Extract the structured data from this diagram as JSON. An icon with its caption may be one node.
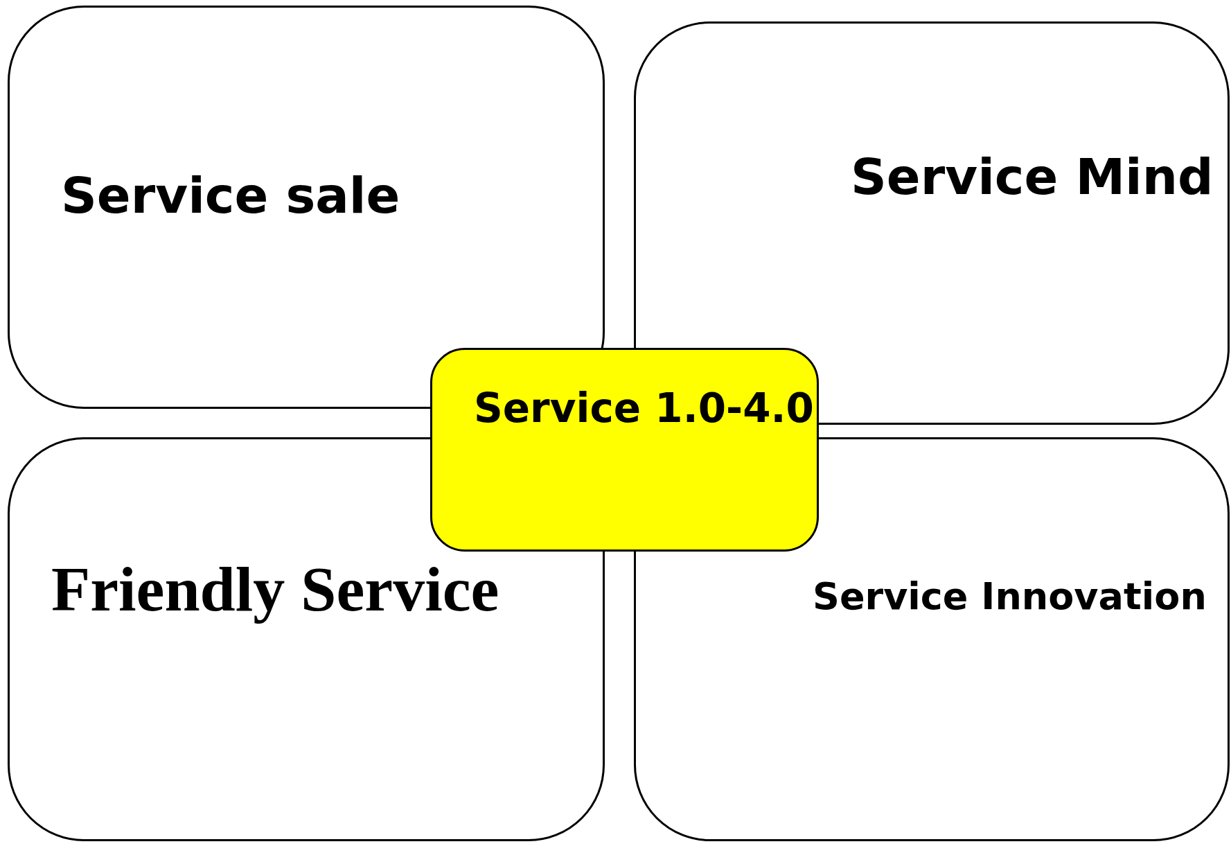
{
  "diagram": {
    "nodes": [
      {
        "text": [
          "Service sale"
        ]
      },
      {
        "text": [
          "Service Mind"
        ]
      },
      {
        "text": [
          "Friendly Service"
        ]
      },
      {
        "text": [
          "Service Innovation"
        ]
      },
      {
        "text": [
          "Service 1.0-4.0"
        ]
      }
    ],
    "edges": []
  }
}
